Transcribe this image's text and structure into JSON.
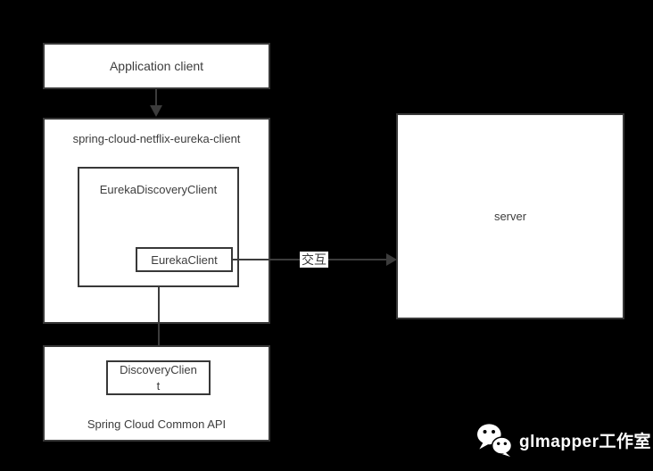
{
  "diagram": {
    "nodes": {
      "application_client": {
        "label": "Application client"
      },
      "eureka_client_module": {
        "label": "spring-cloud-netflix-eureka-client"
      },
      "eureka_discovery_client": {
        "label": "EurekaDiscoveryClient"
      },
      "eureka_client": {
        "label": "EurekaClient"
      },
      "server": {
        "label": "server"
      },
      "discovery_client": {
        "label_lines": [
          "DiscoveryClien",
          "t"
        ]
      },
      "common_api_module": {
        "label": "Spring Cloud Common API"
      }
    },
    "edges": [
      {
        "from": "application_client",
        "to": "eureka_client_module",
        "label": "",
        "direction": "down"
      },
      {
        "from": "eureka_discovery_client",
        "to": "discovery_client",
        "label": "",
        "direction": "down"
      },
      {
        "from": "eureka_client",
        "to": "server",
        "label": "交互",
        "direction": "right"
      }
    ],
    "colors": {
      "background": "#000000",
      "node_fill": "#ffffff",
      "node_border": "#383838",
      "node_text": "#3d3d3d",
      "arrow": "#3c3c3c",
      "edge_label_bg": "#ffffff"
    }
  },
  "watermark": {
    "icon": "wechat-icon",
    "text": "glmapper工作室",
    "color": "#ffffff"
  }
}
